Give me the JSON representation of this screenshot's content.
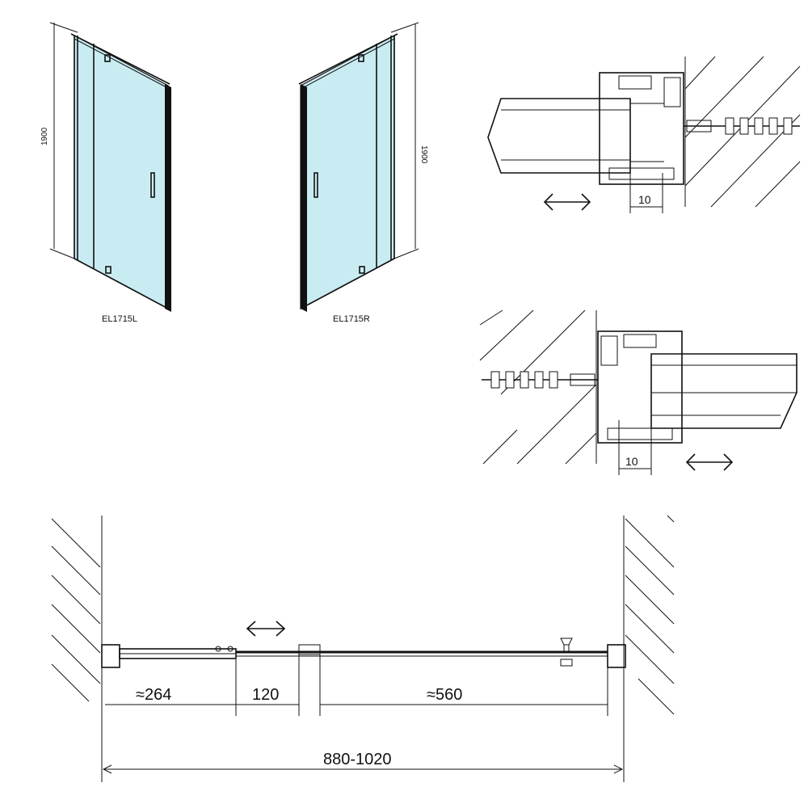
{
  "views": {
    "left_door": {
      "model": "EL1715L",
      "height_label": "1900"
    },
    "right_door": {
      "model": "EL1715R",
      "height_label": "1900"
    }
  },
  "details": {
    "top_detail": {
      "offset_label": "10",
      "arrow": "double-arrow"
    },
    "bottom_detail": {
      "offset_label": "10",
      "arrow": "double-arrow"
    }
  },
  "plan": {
    "dims": {
      "left": "≈264",
      "middle": "120",
      "right": "≈560",
      "total": "880-1020"
    },
    "arrow": "double-arrow"
  },
  "colors": {
    "glass": "#c9ecf2",
    "line": "#111111"
  }
}
